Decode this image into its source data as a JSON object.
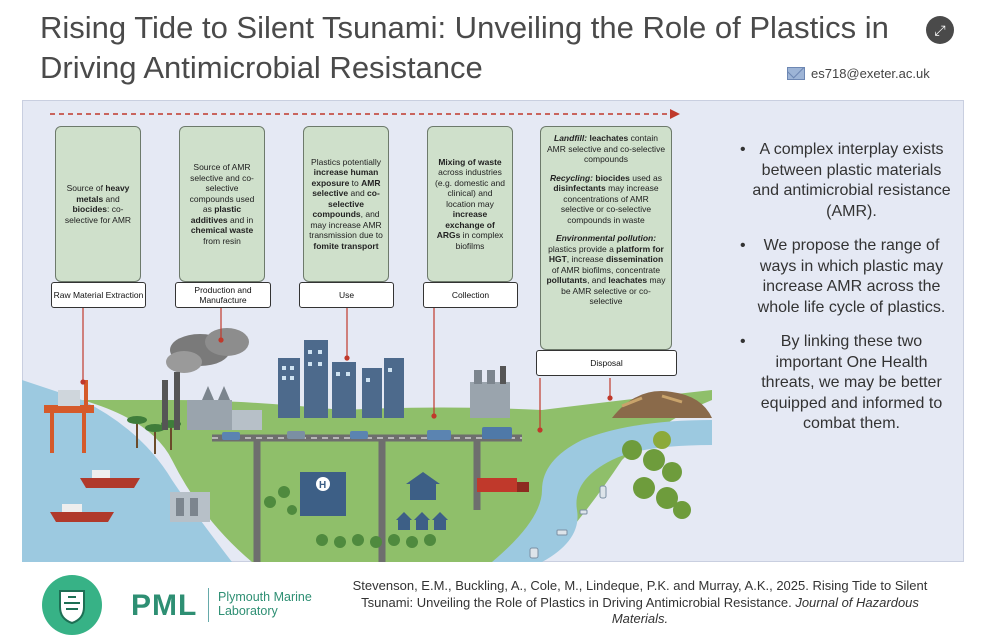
{
  "header": {
    "title": "Rising Tide to Silent Tsunami: Unveiling the Role of Plastics in Driving Antimicrobial Resistance",
    "email": "es718@exeter.ac.uk"
  },
  "stages": [
    {
      "label": "Raw Material Extraction",
      "segments": [
        {
          "t": "Source of ",
          "b": false
        },
        {
          "t": "heavy metals",
          "b": true
        },
        {
          "t": " and ",
          "b": false
        },
        {
          "t": "biocides",
          "b": true
        },
        {
          "t": ": co-selective for AMR",
          "b": false
        }
      ]
    },
    {
      "label": "Production and Manufacture",
      "segments": [
        {
          "t": "Source of AMR selective and co-selective compounds used as ",
          "b": false
        },
        {
          "t": "plastic additives",
          "b": true
        },
        {
          "t": " and in ",
          "b": false
        },
        {
          "t": "chemical waste",
          "b": true
        },
        {
          "t": " from resin",
          "b": false
        }
      ]
    },
    {
      "label": "Use",
      "segments": [
        {
          "t": "Plastics potentially ",
          "b": false
        },
        {
          "t": "increase human exposure",
          "b": true
        },
        {
          "t": " to ",
          "b": false
        },
        {
          "t": "AMR selective",
          "b": true
        },
        {
          "t": " and ",
          "b": false
        },
        {
          "t": "co-selective compounds",
          "b": true
        },
        {
          "t": ", and may increase AMR transmission due to ",
          "b": false
        },
        {
          "t": "fomite transport",
          "b": true
        }
      ]
    },
    {
      "label": "Collection",
      "segments": [
        {
          "t": "Mixing of waste",
          "b": true
        },
        {
          "t": " across industries (e.g. domestic and clinical) and location may ",
          "b": false
        },
        {
          "t": "increase exchange of ARGs",
          "b": true
        },
        {
          "t": " in complex biofilms",
          "b": false
        }
      ]
    }
  ],
  "disposal": {
    "label": "Disposal",
    "paragraphs": [
      [
        {
          "t": "Landfill:",
          "b": true,
          "i": true
        },
        {
          "t": " ",
          "b": false
        },
        {
          "t": "leachates",
          "b": true
        },
        {
          "t": " contain AMR selective and co-selective compounds",
          "b": false
        }
      ],
      [
        {
          "t": "Recycling:",
          "b": true,
          "i": true
        },
        {
          "t": " ",
          "b": false
        },
        {
          "t": "biocides",
          "b": true
        },
        {
          "t": " used as ",
          "b": false
        },
        {
          "t": "disinfectants",
          "b": true
        },
        {
          "t": " may increase concentrations of AMR selective or co-selective compounds in waste",
          "b": false
        }
      ],
      [
        {
          "t": "Environmental pollution:",
          "b": true,
          "i": true
        },
        {
          "t": " plastics provide a ",
          "b": false
        },
        {
          "t": "platform for HGT",
          "b": true
        },
        {
          "t": ", increase ",
          "b": false
        },
        {
          "t": "dissemination",
          "b": true
        },
        {
          "t": " of AMR biofilms, concentrate ",
          "b": false
        },
        {
          "t": "pollutants",
          "b": true
        },
        {
          "t": ", and ",
          "b": false
        },
        {
          "t": "leachates",
          "b": true
        },
        {
          "t": " may be AMR selective or co-selective",
          "b": false
        }
      ]
    ]
  },
  "bullets": [
    "A complex interplay exists between plastic materials and antimicrobial resistance (AMR).",
    "We propose the range of ways in which plastic may increase AMR across the whole life cycle of plastics.",
    "By linking these two important One Health threats, we may be better equipped and informed to combat them."
  ],
  "footer": {
    "logo_text": "PML",
    "org_line1": "Plymouth Marine",
    "org_line2": "Laboratory",
    "citation_plain": "Stevenson, E.M., Buckling, A., Cole, M., Lindeque, P.K. and Murray, A.K., 2025. Rising Tide to Silent Tsunami: Unveiling the Role of Plastics in Driving Antimicrobial Resistance. ",
    "citation_journal": "Journal of Hazardous Materials."
  },
  "colors": {
    "title": "#4a4a4a",
    "panel": "#e5e9f4",
    "stage_box": "#cfe0cb",
    "arrow": "#c0392b",
    "water": "#9cc9e0",
    "land": "#8fbf6a",
    "pml_green": "#2e8f73"
  },
  "icons": {
    "expand": "expand-icon",
    "email": "envelope-icon",
    "logo": "pml-crest-icon"
  }
}
